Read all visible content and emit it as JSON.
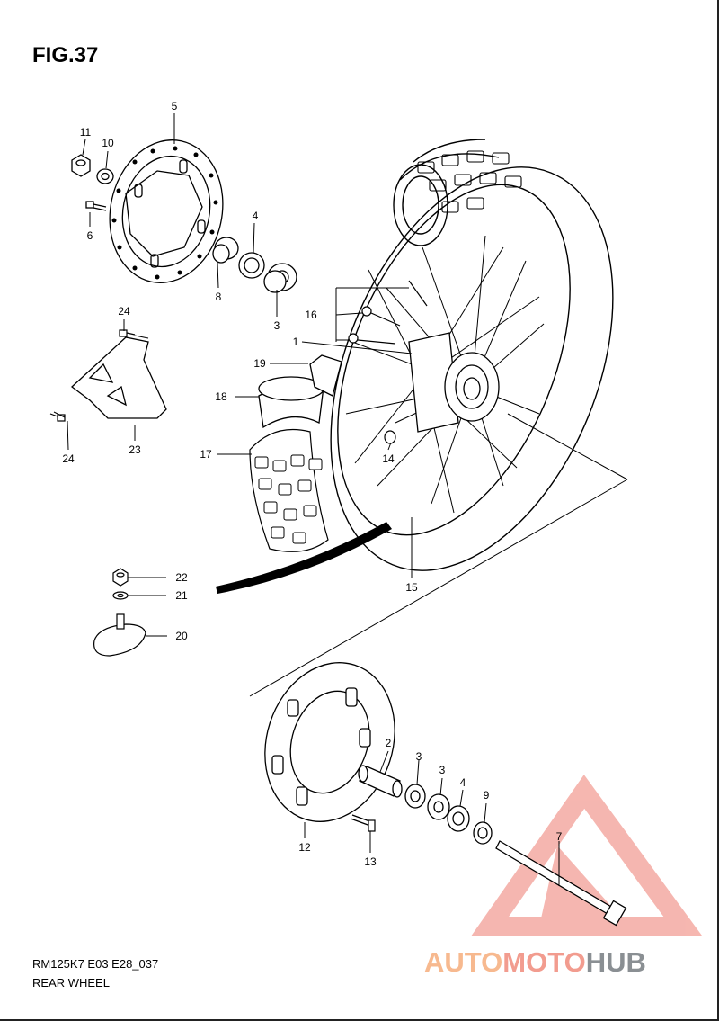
{
  "figure": {
    "title": "FIG.37"
  },
  "captions": {
    "model_code": "RM125K7 E03 E28_037",
    "section": "REAR WHEEL"
  },
  "watermark": {
    "part1": "AUTO",
    "part2": "MOTO",
    "part3": "HUB",
    "color_orange": "#f7b98f",
    "color_red": "#f08a80",
    "color_gray": "#8a8f93"
  },
  "callouts": {
    "c1": "1",
    "c2": "2",
    "c3a": "3",
    "c3b": "3",
    "c3c": "3",
    "c4a": "4",
    "c4b": "4",
    "c5": "5",
    "c6": "6",
    "c7": "7",
    "c8": "8",
    "c9": "9",
    "c10": "10",
    "c11": "11",
    "c12": "12",
    "c13": "13",
    "c14": "14",
    "c15": "15",
    "c16": "16",
    "c17": "17",
    "c18": "18",
    "c19": "19",
    "c20": "20",
    "c21": "21",
    "c22": "22",
    "c23": "23",
    "c24a": "24",
    "c24b": "24"
  }
}
